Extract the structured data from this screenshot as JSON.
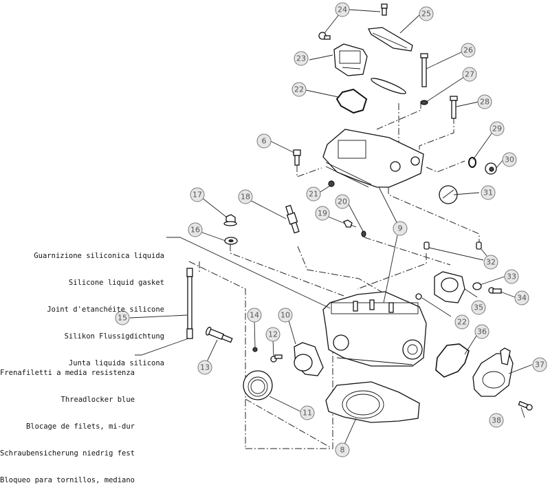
{
  "diagram": {
    "type": "exploded-parts-diagram",
    "subject": "cylinder head assembly",
    "callouts": [
      {
        "id": "24",
        "label": "24"
      },
      {
        "id": "25",
        "label": "25"
      },
      {
        "id": "23",
        "label": "23"
      },
      {
        "id": "26",
        "label": "26"
      },
      {
        "id": "27",
        "label": "27"
      },
      {
        "id": "22a",
        "label": "22"
      },
      {
        "id": "28",
        "label": "28"
      },
      {
        "id": "29",
        "label": "29"
      },
      {
        "id": "6",
        "label": "6"
      },
      {
        "id": "30",
        "label": "30"
      },
      {
        "id": "21",
        "label": "21"
      },
      {
        "id": "31",
        "label": "31"
      },
      {
        "id": "17",
        "label": "17"
      },
      {
        "id": "18",
        "label": "18"
      },
      {
        "id": "20",
        "label": "20"
      },
      {
        "id": "19",
        "label": "19"
      },
      {
        "id": "9",
        "label": "9"
      },
      {
        "id": "16",
        "label": "16"
      },
      {
        "id": "32",
        "label": "32"
      },
      {
        "id": "33",
        "label": "33"
      },
      {
        "id": "34",
        "label": "34"
      },
      {
        "id": "35",
        "label": "35"
      },
      {
        "id": "22b",
        "label": "22"
      },
      {
        "id": "15",
        "label": "15"
      },
      {
        "id": "14",
        "label": "14"
      },
      {
        "id": "10",
        "label": "10"
      },
      {
        "id": "36",
        "label": "36"
      },
      {
        "id": "12",
        "label": "12"
      },
      {
        "id": "13",
        "label": "13"
      },
      {
        "id": "37",
        "label": "37"
      },
      {
        "id": "11",
        "label": "11"
      },
      {
        "id": "38",
        "label": "38"
      },
      {
        "id": "8",
        "label": "8"
      }
    ],
    "notes": {
      "silicone_gasket": [
        "Guarnizione siliconica liquida",
        "Silicone liquid gasket",
        "Joint d'etanchéite silicone",
        "Silikon Flussigdichtung",
        "Junta liquida silicona"
      ],
      "threadlocker": [
        "Frenafiletti a media resistenza",
        "Threadlocker blue",
        "Blocage de filets, mi-dur",
        "Schraubensicherung niedrig fest",
        "Bloqueo para tornillos, mediano"
      ]
    }
  }
}
